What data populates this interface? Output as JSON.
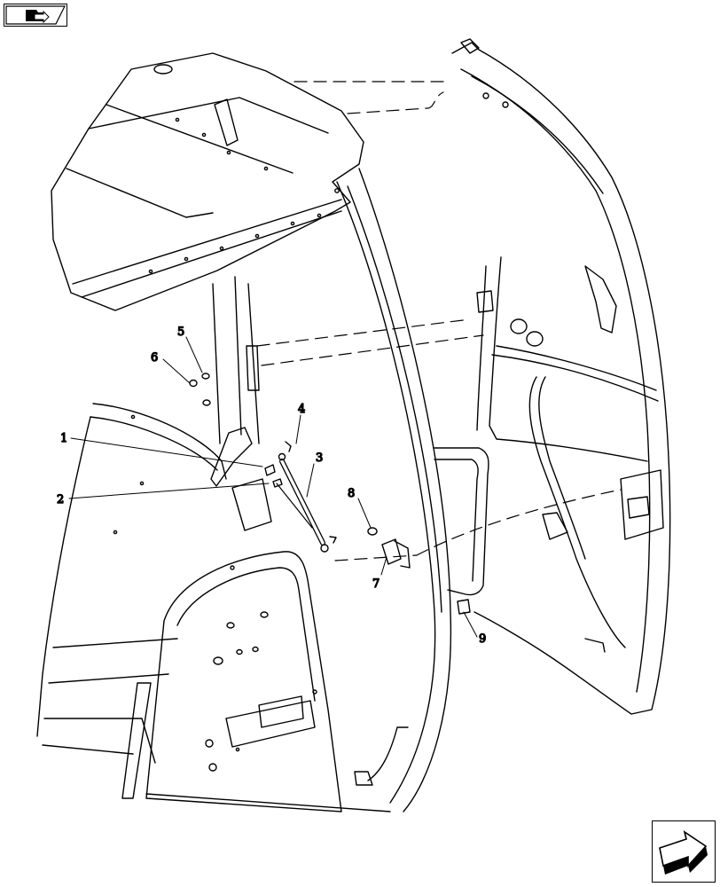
{
  "navigation": {
    "prev_icon": "folder-arrow-icon",
    "next_icon": "next-page-arrow-icon"
  },
  "callouts": [
    "1",
    "2",
    "3",
    "4",
    "5",
    "6",
    "7",
    "8",
    "9"
  ],
  "colors": {
    "line": "#000000",
    "background": "#ffffff"
  }
}
